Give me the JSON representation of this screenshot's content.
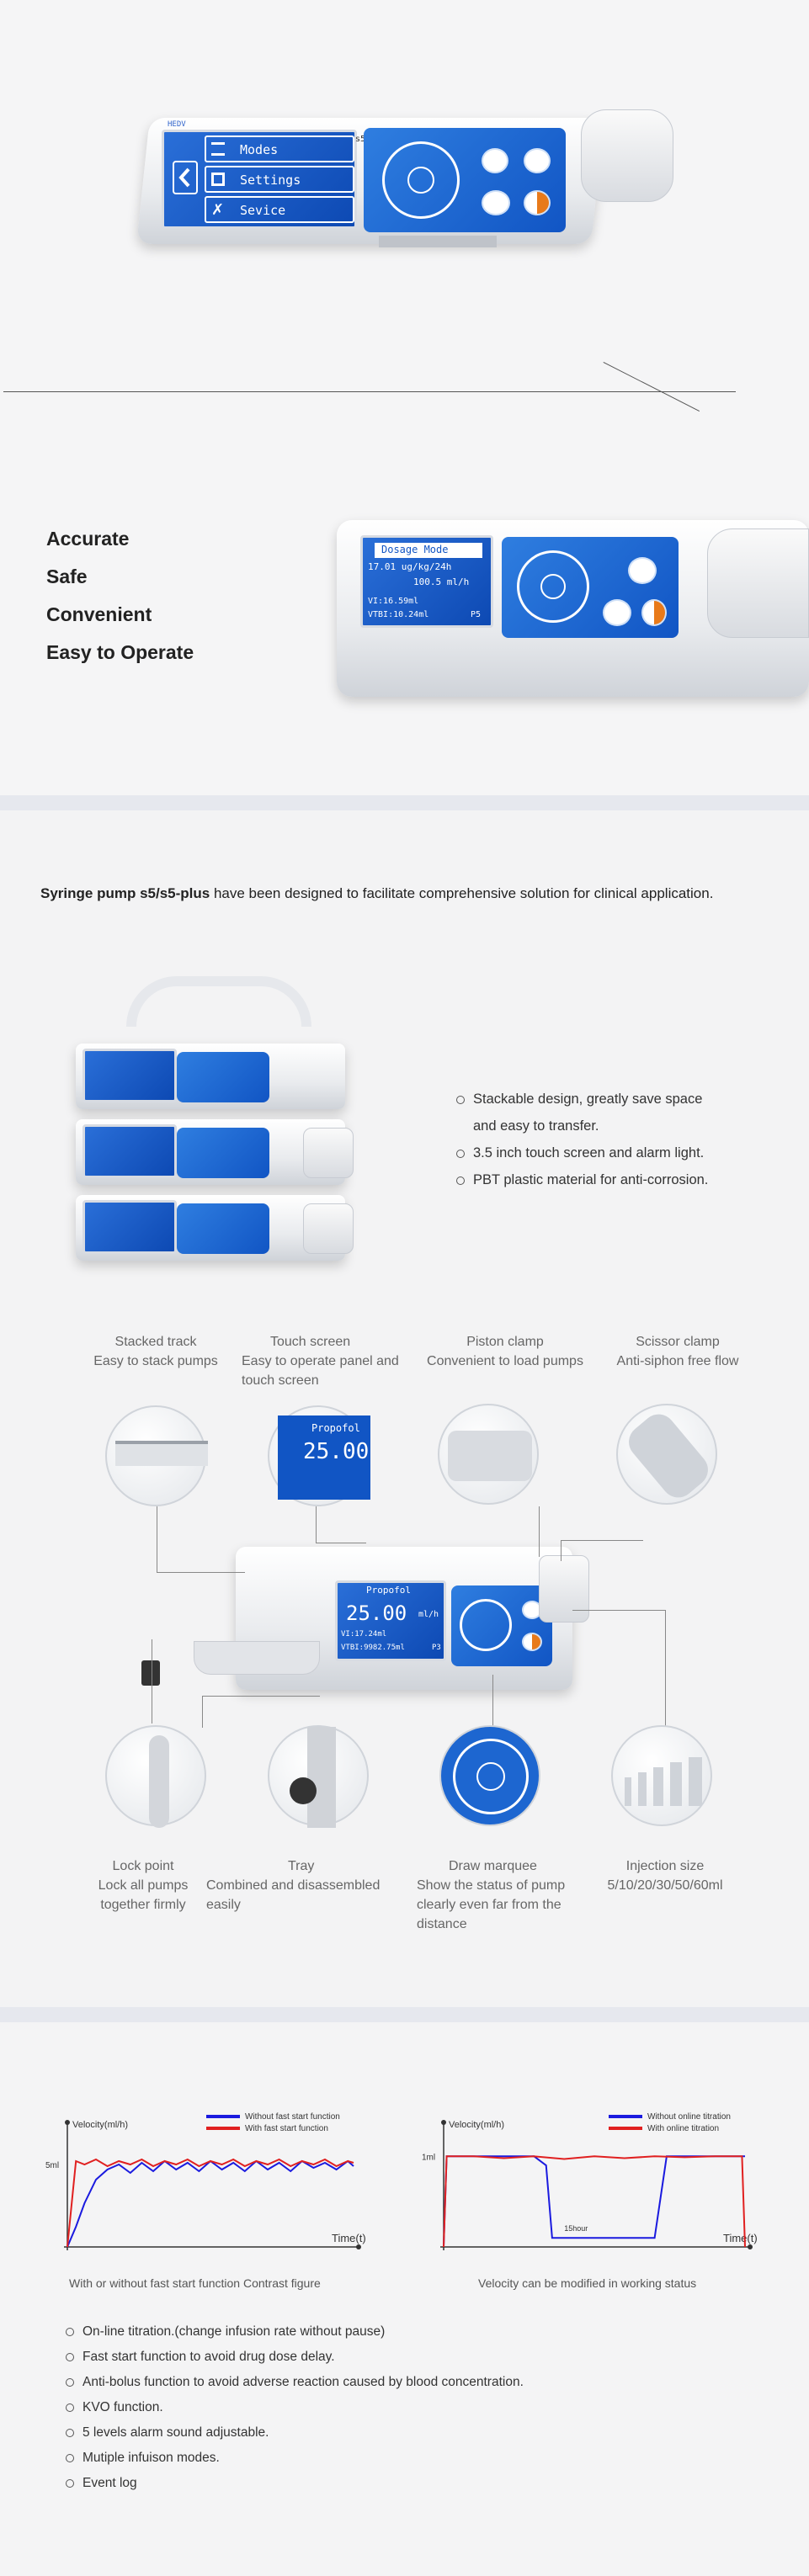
{
  "hero": {
    "brand": "HEDV",
    "model": "s5",
    "menu": [
      "Modes",
      "Settings",
      "Sevice"
    ]
  },
  "taglines": [
    "Accurate",
    "Safe",
    "Convenient",
    "Easy to Operate"
  ],
  "pump_screen": {
    "title": "Dosage Mode",
    "rate_dose": "17.01 ug/kg/24h",
    "rate_ml": "100.5 ml/h",
    "vi": "VI:16.59ml",
    "vtbi": "VTBI:10.24ml",
    "pressure": "P5"
  },
  "intro": {
    "bold": "Syringe pump s5/s5-plus",
    "rest": " have been designed to facilitate comprehensive solution for clinical application."
  },
  "features": [
    "Stackable design, greatly save space",
    "and easy to transfer.",
    "3.5 inch touch screen and alarm light.",
    "PBT plastic material for anti-corrosion."
  ],
  "top_callouts": [
    {
      "title": "Stacked track",
      "desc": "Easy to stack pumps"
    },
    {
      "title": "Touch screen",
      "desc": "Easy to operate panel and touch screen"
    },
    {
      "title": "Piston clamp",
      "desc": "Convenient to load pumps"
    },
    {
      "title": "Scissor clamp",
      "desc": "Anti-siphon free flow"
    }
  ],
  "detail_screen": {
    "drug": "Propofol",
    "rate": "25.00",
    "unit": "ml/h",
    "vi": "VI:17.24ml",
    "vtbi": "VTBI:9982.75ml",
    "pressure": "P3"
  },
  "bottom_callouts": [
    {
      "title": "Lock point",
      "desc": "Lock all pumps together firmly"
    },
    {
      "title": "Tray",
      "desc": "Combined and disassembled easily"
    },
    {
      "title": "Draw marquee",
      "desc": "Show the status of pump clearly even far from the distance"
    },
    {
      "title": "Injection size",
      "desc": "5/10/20/30/50/60ml"
    }
  ],
  "chart_data": [
    {
      "type": "line",
      "title": "",
      "ylabel": "Velocity(ml/h)",
      "xlabel": "Time(t)",
      "y_tick_label": "5ml",
      "caption": "With or without fast start function Contrast figure",
      "series": [
        {
          "name": "Without fast start function",
          "color": "#1a1adf",
          "x": [
            0,
            3,
            6,
            10,
            14,
            18,
            22,
            26,
            30,
            34,
            38,
            42,
            46,
            50,
            54,
            58,
            62,
            66,
            70,
            74,
            78,
            82,
            86,
            90,
            94,
            98,
            100
          ],
          "y": [
            0,
            1.2,
            2.6,
            4.0,
            4.6,
            4.9,
            4.4,
            5.0,
            4.5,
            5.1,
            4.6,
            5.0,
            4.5,
            5.1,
            4.6,
            5.0,
            4.5,
            5.1,
            4.6,
            5.0,
            4.5,
            5.1,
            4.7,
            5.0,
            4.6,
            5.1,
            4.8
          ]
        },
        {
          "name": "With fast start function",
          "color": "#e02020",
          "x": [
            0,
            3,
            6,
            10,
            14,
            18,
            22,
            26,
            30,
            34,
            38,
            42,
            46,
            50,
            54,
            58,
            62,
            66,
            70,
            74,
            78,
            82,
            86,
            90,
            94,
            98,
            100
          ],
          "y": [
            0,
            5.1,
            4.9,
            5.2,
            4.8,
            5.1,
            4.9,
            5.2,
            4.8,
            5.1,
            4.9,
            5.2,
            4.8,
            5.1,
            4.9,
            5.2,
            4.8,
            5.1,
            4.9,
            5.2,
            4.8,
            5.1,
            4.9,
            5.2,
            4.8,
            5.1,
            5.0
          ]
        }
      ],
      "ylim": [
        0,
        7
      ]
    },
    {
      "type": "line",
      "title": "",
      "ylabel": "Velocity(ml/h)",
      "xlabel": "Time(t)",
      "y_tick_label": "1ml",
      "annotation": "15hour",
      "caption": "Velocity can be modified in working status",
      "series": [
        {
          "name": "Without online titration",
          "color": "#1a1adf",
          "x": [
            0,
            1,
            10,
            20,
            30,
            34,
            36,
            38,
            40,
            42,
            44,
            46,
            48,
            50,
            52,
            60,
            70,
            74,
            76,
            80,
            90,
            100
          ],
          "y": [
            0,
            1,
            1,
            1,
            1,
            0.9,
            0.1,
            0.1,
            0.1,
            0.1,
            0.1,
            0.1,
            0.1,
            0.1,
            0.1,
            0.1,
            0.1,
            1,
            1,
            1,
            1,
            1
          ]
        },
        {
          "name": "With online titration",
          "color": "#e02020",
          "x": [
            0,
            1,
            10,
            20,
            30,
            40,
            50,
            60,
            70,
            80,
            90,
            99,
            100
          ],
          "y": [
            0,
            1,
            1,
            0.98,
            1,
            0.97,
            1,
            0.98,
            1,
            0.99,
            1,
            1,
            0
          ]
        }
      ],
      "ylim": [
        0,
        1.3
      ]
    }
  ],
  "bullets": [
    "On-line titration.(change infusion rate without pause)",
    "Fast start function to avoid drug dose delay.",
    "Anti-bolus function to avoid adverse reaction caused by blood concentration.",
    "KVO function.",
    "5 levels alarm sound adjustable.",
    "Mutiple infuison modes.",
    "Event log"
  ],
  "colors": {
    "screen_blue": "#1155c4",
    "series_blue": "#1a1adf",
    "series_red": "#e02020"
  }
}
